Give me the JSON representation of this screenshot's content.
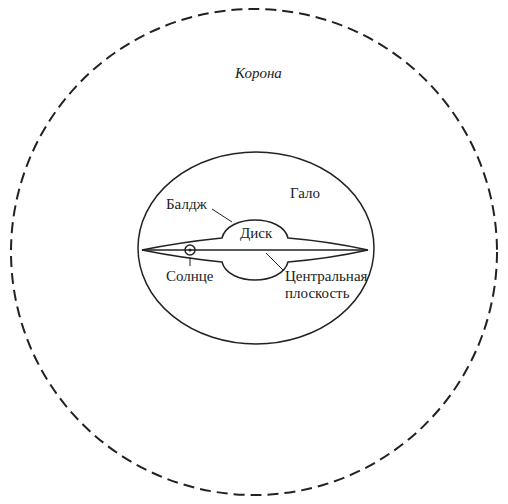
{
  "diagram": {
    "nodes": [
      {
        "text": [
          "Корона"
        ]
      },
      {
        "text": [
          "Гало"
        ],
        "in": 0
      },
      {
        "text": [
          "Диск"
        ],
        "in": 1
      }
    ],
    "labels": [
      "Балдж",
      "Солнце",
      "Центральная плоскость"
    ]
  }
}
